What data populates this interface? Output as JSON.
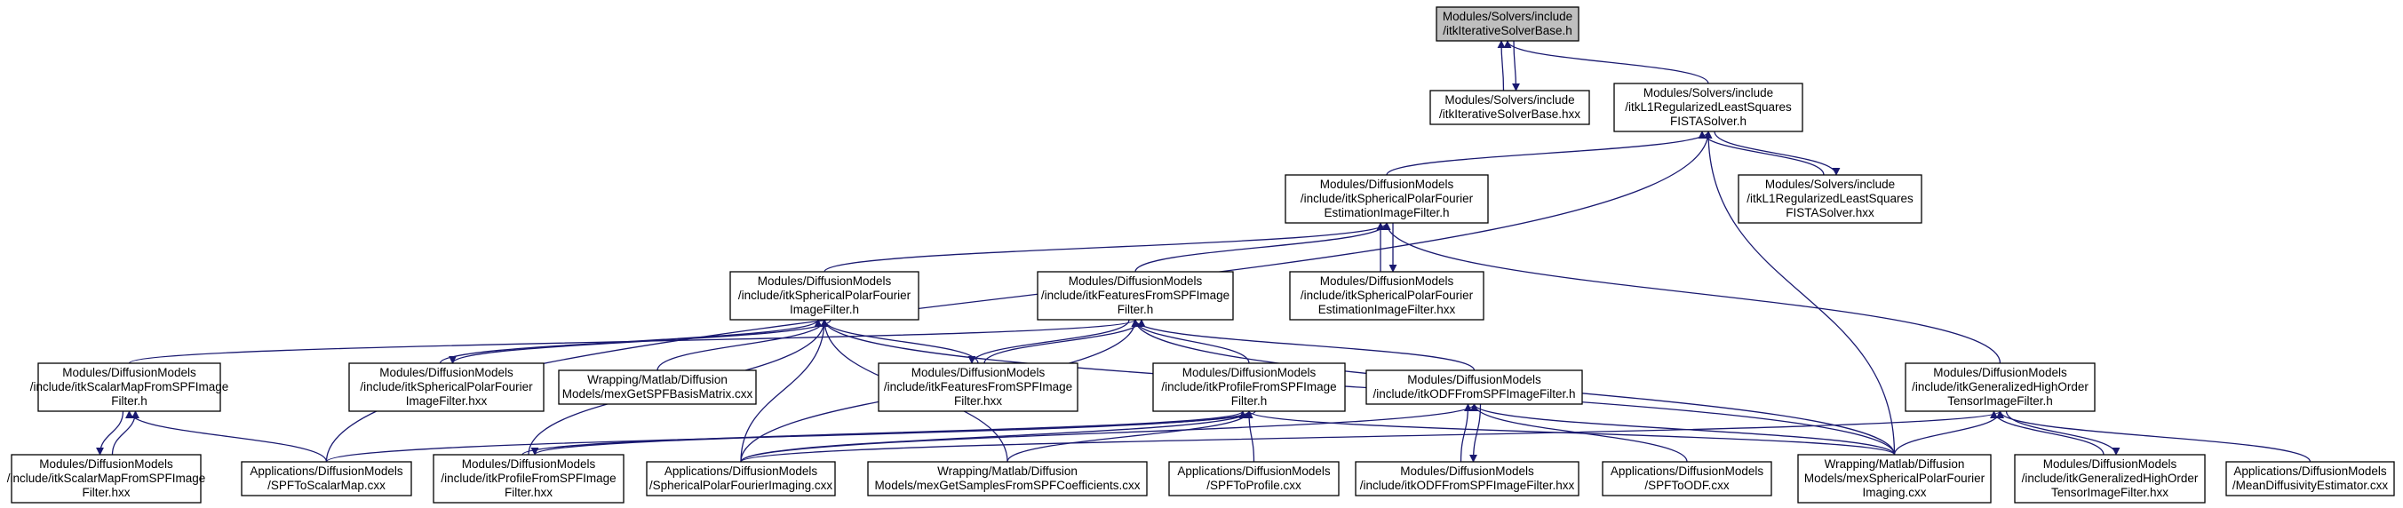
{
  "graph": {
    "nodes": [
      {
        "id": "n0",
        "lines": [
          "Modules/Solvers/include",
          "/itkIterativeSolverBase.h"
        ],
        "root": true
      },
      {
        "id": "n1",
        "lines": [
          "Modules/Solvers/include",
          "/itkIterativeSolverBase.hxx"
        ]
      },
      {
        "id": "n2",
        "lines": [
          "Modules/Solvers/include",
          "/itkL1RegularizedLeastSquares",
          "FISTASolver.h"
        ]
      },
      {
        "id": "n3",
        "lines": [
          "Modules/DiffusionModels",
          "/include/itkSphericalPolarFourier",
          "EstimationImageFilter.h"
        ]
      },
      {
        "id": "n4",
        "lines": [
          "Modules/Solvers/include",
          "/itkL1RegularizedLeastSquares",
          "FISTASolver.hxx"
        ]
      },
      {
        "id": "n5",
        "lines": [
          "Modules/DiffusionModels",
          "/include/itkSphericalPolarFourier",
          "ImageFilter.h"
        ]
      },
      {
        "id": "n6",
        "lines": [
          "Modules/DiffusionModels",
          "/include/itkFeaturesFromSPFImage",
          "Filter.h"
        ]
      },
      {
        "id": "n7",
        "lines": [
          "Modules/DiffusionModels",
          "/include/itkSphericalPolarFourier",
          "EstimationImageFilter.hxx"
        ]
      },
      {
        "id": "n8",
        "lines": [
          "Modules/DiffusionModels",
          "/include/itkScalarMapFromSPFImage",
          "Filter.h"
        ]
      },
      {
        "id": "n9",
        "lines": [
          "Modules/DiffusionModels",
          "/include/itkSphericalPolarFourier",
          "ImageFilter.hxx"
        ]
      },
      {
        "id": "n10",
        "lines": [
          "Wrapping/Matlab/Diffusion",
          "Models/mexGetSPFBasisMatrix.cxx"
        ]
      },
      {
        "id": "n11",
        "lines": [
          "Modules/DiffusionModels",
          "/include/itkFeaturesFromSPFImage",
          "Filter.hxx"
        ]
      },
      {
        "id": "n12",
        "lines": [
          "Modules/DiffusionModels",
          "/include/itkProfileFromSPFImage",
          "Filter.h"
        ]
      },
      {
        "id": "n13",
        "lines": [
          "Modules/DiffusionModels",
          "/include/itkODFFromSPFImageFilter.h"
        ]
      },
      {
        "id": "n14",
        "lines": [
          "Modules/DiffusionModels",
          "/include/itkGeneralizedHighOrder",
          "TensorImageFilter.h"
        ]
      },
      {
        "id": "n15",
        "lines": [
          "Modules/DiffusionModels",
          "/include/itkScalarMapFromSPFImage",
          "Filter.hxx"
        ]
      },
      {
        "id": "n16",
        "lines": [
          "Applications/DiffusionModels",
          "/SPFToScalarMap.cxx"
        ]
      },
      {
        "id": "n17",
        "lines": [
          "Modules/DiffusionModels",
          "/include/itkProfileFromSPFImage",
          "Filter.hxx"
        ]
      },
      {
        "id": "n18",
        "lines": [
          "Applications/DiffusionModels",
          "/SphericalPolarFourierImaging.cxx"
        ]
      },
      {
        "id": "n19",
        "lines": [
          "Wrapping/Matlab/Diffusion",
          "Models/mexGetSamplesFromSPFCoefficients.cxx"
        ]
      },
      {
        "id": "n20",
        "lines": [
          "Applications/DiffusionModels",
          "/SPFToProfile.cxx"
        ]
      },
      {
        "id": "n21",
        "lines": [
          "Modules/DiffusionModels",
          "/include/itkODFFromSPFImageFilter.hxx"
        ]
      },
      {
        "id": "n22",
        "lines": [
          "Applications/DiffusionModels",
          "/SPFToODF.cxx"
        ]
      },
      {
        "id": "n23",
        "lines": [
          "Wrapping/Matlab/Diffusion",
          "Models/mexSphericalPolarFourier",
          "Imaging.cxx"
        ]
      },
      {
        "id": "n24",
        "lines": [
          "Modules/DiffusionModels",
          "/include/itkGeneralizedHighOrder",
          "TensorImageFilter.hxx"
        ]
      },
      {
        "id": "n25",
        "lines": [
          "Applications/DiffusionModels",
          "/MeanDiffusivityEstimator.cxx"
        ]
      }
    ],
    "edges": [
      [
        "n0",
        "n1"
      ],
      [
        "n0",
        "n2"
      ],
      [
        "n1",
        "n0"
      ],
      [
        "n2",
        "n3"
      ],
      [
        "n2",
        "n4"
      ],
      [
        "n2",
        "n16"
      ],
      [
        "n2",
        "n23"
      ],
      [
        "n4",
        "n2"
      ],
      [
        "n3",
        "n5"
      ],
      [
        "n3",
        "n6"
      ],
      [
        "n3",
        "n7"
      ],
      [
        "n3",
        "n14"
      ],
      [
        "n7",
        "n3"
      ],
      [
        "n5",
        "n9"
      ],
      [
        "n5",
        "n10"
      ],
      [
        "n5",
        "n11"
      ],
      [
        "n5",
        "n17"
      ],
      [
        "n5",
        "n18"
      ],
      [
        "n5",
        "n19"
      ],
      [
        "n5",
        "n23"
      ],
      [
        "n9",
        "n5"
      ],
      [
        "n6",
        "n8"
      ],
      [
        "n6",
        "n11"
      ],
      [
        "n6",
        "n12"
      ],
      [
        "n6",
        "n13"
      ],
      [
        "n6",
        "n18"
      ],
      [
        "n6",
        "n23"
      ],
      [
        "n11",
        "n6"
      ],
      [
        "n8",
        "n15"
      ],
      [
        "n8",
        "n16"
      ],
      [
        "n15",
        "n8"
      ],
      [
        "n12",
        "n16"
      ],
      [
        "n12",
        "n17"
      ],
      [
        "n12",
        "n18"
      ],
      [
        "n12",
        "n19"
      ],
      [
        "n12",
        "n20"
      ],
      [
        "n12",
        "n23"
      ],
      [
        "n17",
        "n12"
      ],
      [
        "n13",
        "n18"
      ],
      [
        "n13",
        "n21"
      ],
      [
        "n13",
        "n22"
      ],
      [
        "n13",
        "n23"
      ],
      [
        "n21",
        "n13"
      ],
      [
        "n14",
        "n18"
      ],
      [
        "n14",
        "n23"
      ],
      [
        "n14",
        "n24"
      ],
      [
        "n14",
        "n25"
      ],
      [
        "n24",
        "n14"
      ]
    ]
  }
}
